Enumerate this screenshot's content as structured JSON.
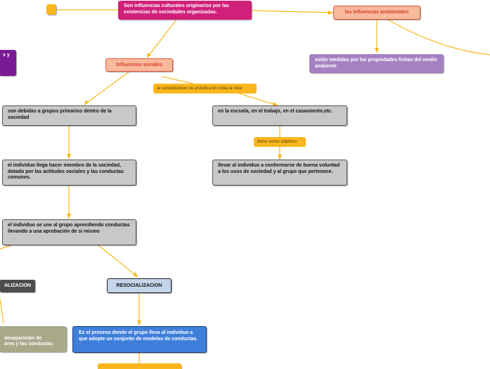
{
  "nodes": {
    "root": "Son influencias culturales originarios por las existencias de sociedades organizadas.",
    "influencias_ambientales": "las influencias ambientales",
    "ambientales_desc": "están medidas por las propiedades físitas del medio ambiente",
    "influencias_sociales": "Influencias sociales",
    "grupos_primarios": "son debidas a grupos primarios dentro de la sociedad",
    "escuela_trabajo": "en la escuela, en el trabajo, en el casamiento,etc.",
    "miembro_sociedad": "el individuo llega hacer miembro de la sociedad, dotado por las actitudes sociales y las conductas comunes.",
    "conformarse": "llevar al individuo a conformarse de buena voluntad a los usos de sociedad y al grupo que pertenece.",
    "grupo_aprendiendo": "el individuo se une al grupo aprendiendo conductas llevando a una aprobación de si mismo",
    "resocializacion": "RESOCIALIZACION",
    "resocializacion_desc": "Es el proceso donde el grupo lleva al individuo a que adopte un conjunto de modelos de conductas.",
    "partial_left_purple": "s y",
    "partial_left_dark": "ALIZACION",
    "partial_left_olive": "desaparición de\nores y las conductas"
  },
  "labels": {
    "socializacion_vida": "la socializacion se practica en toda la vida",
    "tiene_objetivo": "tiene como objetivo"
  },
  "colors": {
    "link": "#f9b71d",
    "root": "#d0207a",
    "salmon": "#f9b99c",
    "lavender": "#a681c2",
    "blue": "#3f7fdb"
  }
}
